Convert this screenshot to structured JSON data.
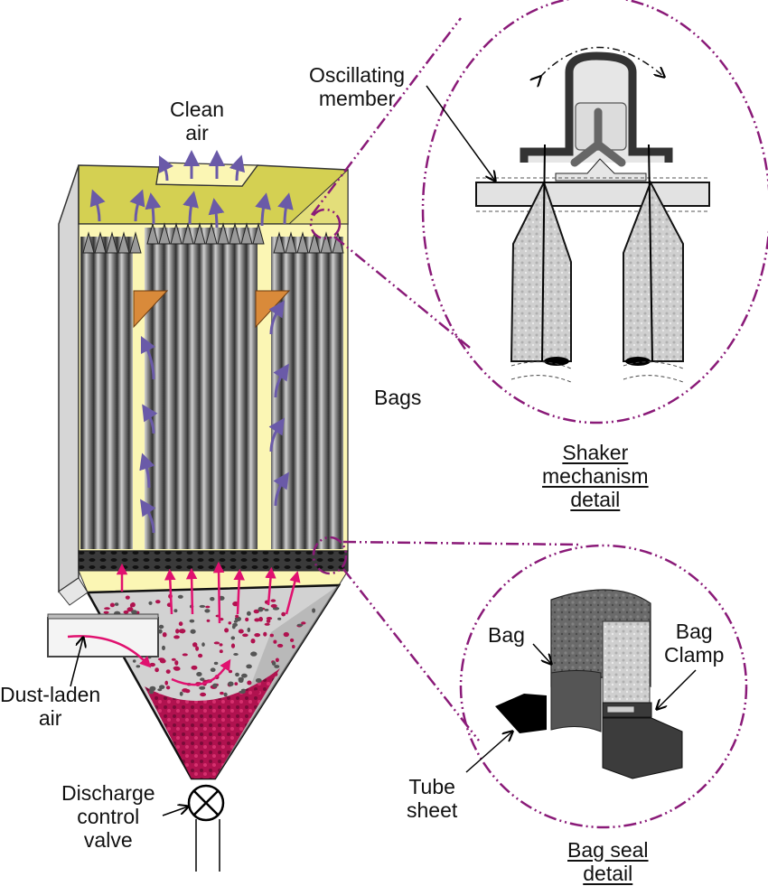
{
  "title": "Shaker baghouse filter cross-section",
  "labels": {
    "clean_air": "Clean\nair",
    "oscillating_member": "Oscillating\nmember",
    "bags": "Bags",
    "shaker_detail": "Shaker\nmechanism\ndetail",
    "dust_laden_air": "Dust-laden\nair",
    "discharge_valve": "Discharge\ncontrol\nvalve",
    "bag": "Bag",
    "bag_clamp": "Bag\nClamp",
    "tube_sheet": "Tube\nsheet",
    "bag_seal_detail": "Bag seal\ndetail"
  },
  "colors": {
    "housing_top": "#d4d052",
    "housing_inner": "#fbf6b4",
    "housing_side": "#d6d6d6",
    "bag_dark": "#555555",
    "bag_light": "#c8c8c8",
    "clean_air_arrow": "#6a5aa8",
    "dirty_air_arrow": "#e0116f",
    "dust": "#b0124f",
    "detail_outline": "#8a1a78",
    "baffle": "#d98a3a",
    "hopper": "#cfcfcf"
  },
  "icons": {
    "valve": "circle-x-valve-icon"
  }
}
